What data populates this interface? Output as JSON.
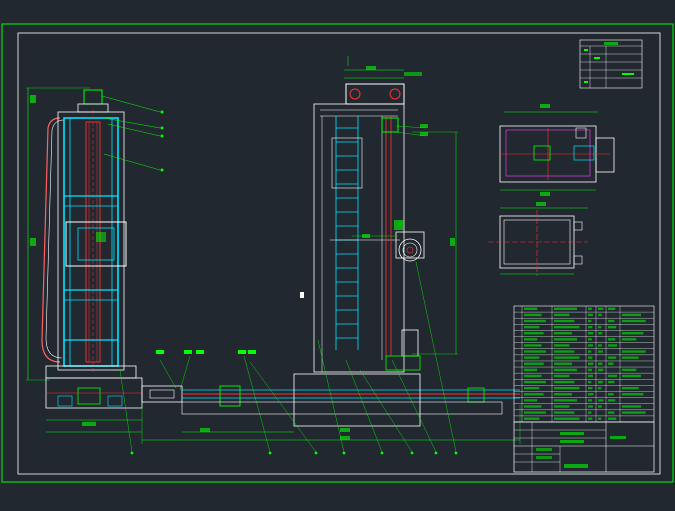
{
  "colors": {
    "background": "#212830",
    "border": "#00ff00",
    "structure": "#ffffff",
    "accent_cyan": "#00e5ff",
    "accent_red": "#ff3030",
    "dimension": "#00ff00",
    "magenta": "#ff40ff"
  },
  "drawing": {
    "type": "cad-assembly-drawing",
    "views": [
      "side-view-column",
      "front-view-gantry",
      "top-view-table",
      "section-view-base"
    ],
    "tables": [
      "title-block-small",
      "parts-list",
      "title-block-main"
    ],
    "balloon_count": 14,
    "text_legible": false
  }
}
